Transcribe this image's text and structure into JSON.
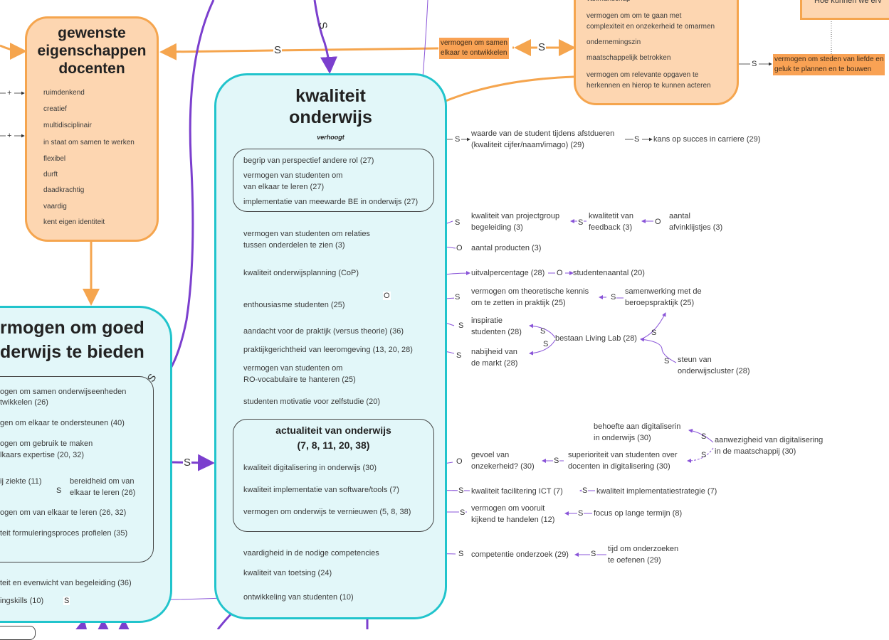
{
  "boxes": {
    "gewenste": {
      "title": "gewenste eigenschappen docenten",
      "items": [
        "ruimdenkend",
        "creatief",
        "multidisciplinair",
        "in staat om samen te werken",
        "flexibel",
        "durft",
        "daadkrachtig",
        "vaardig",
        "kent eigen identiteit"
      ]
    },
    "kwaliteit": {
      "title": "kwaliteit onderwijs",
      "subtitle": "verhoogt",
      "inner_top": [
        "begrip van perspectief andere rol (27)",
        "vermogen van studenten om",
        "van elkaar te leren (27)",
        "implementatie van meewarde BE in onderwijs (27)"
      ],
      "items": [
        "vermogen van studenten om relaties",
        "tussen onderdelen te zien (3)",
        "kwaliteit onderwijsplanning (CoP)",
        "enthousiasme studenten (25)",
        "aandacht voor de praktijk (versus theorie) (36)",
        "praktijkgerichtheid van leeromgeving (13, 20, 28)",
        "vermogen van studenten om",
        "RO-vocabulaire te hanteren (25)",
        "studenten motivatie voor zelfstudie (20)"
      ],
      "actualiteit": {
        "title": "actualiteit van onderwijs",
        "subtitle": "(7, 8, 11, 20, 38)",
        "items": [
          "kwaliteit digitalisering in onderwijs (30)",
          "kwaliteit implementatie van software/tools (7)",
          "vermogen om onderwijs te vernieuwen (5, 8, 38)"
        ]
      },
      "bottom_items": [
        "vaardigheid in de nodige competencies",
        "kwaliteit van toetsing (24)",
        "ontwikkeling van studenten (10)"
      ]
    },
    "vermogen_goed": {
      "title_line1": "rmogen om goed",
      "title_line2": "derwijs te bieden",
      "inner": [
        "ogen om samen onderwijseenheden",
        "twikkelen (26)",
        "gen om elkaar te ondersteunen (40)",
        "ogen om gebruik te maken",
        "lkaars expertise (20, 32)",
        "ij ziekte (11)",
        "bereidheid om van",
        "elkaar te leren (26)",
        "ogen om van elkaar te leren (26, 32)",
        "teit formuleringsproces profielen (35)"
      ],
      "outer": [
        "teit en evenwicht van begeleiding (36)",
        "ingskills (10)"
      ]
    },
    "top_right": {
      "items": [
        "vakmanschap",
        "vermogen om om te gaan met",
        "complexiteit en onzekerheid te omarmen",
        "ondernemingszin",
        "maatschappelijk betrokken",
        "vermogen om relevante opgaven te",
        "herkennen en hierop te kunnen acteren"
      ],
      "corner_text": "Hoe kunnen we erv"
    }
  },
  "highlights": {
    "samen": [
      "vermogen om samen",
      "elkaar te ontwikkelen"
    ],
    "steden": [
      "vermogen om steden van liefde en",
      "geluk te plannen en te bouwen"
    ]
  },
  "side_nodes": [
    "waarde van de student tijdens afstdueren",
    "(kwaliteit cijfer/naam/imago) (29)",
    "kans op succes in carriere (29)",
    "kwaliteit van projectgroup",
    "begeleiding (3)",
    "kwalitetit van",
    "feedback (3)",
    "aantal",
    "afvinklijstjes (3)",
    "aantal producten (3)",
    "uitvalpercentage (28)",
    "studentenaantal (20)",
    "vermogen om theoretische kennis",
    "om te zetten in praktijk (25)",
    "samenwerking met de",
    "beroepspraktijk (25)",
    "inspiratie",
    "studenten (28)",
    "bestaan Living Lab (28)",
    "nabijheid van",
    "de markt (28)",
    "steun van",
    "onderwijscluster (28)",
    "behoefte aan digitaliserin",
    "in onderwijs (30)",
    "aanwezigheid van digitalisering",
    "in de maatschappij (30)",
    "gevoel van",
    "onzekerheid? (30)",
    "superioriteit van studenten over",
    "docenten in digitalisering (30)",
    "kwaliteit facilitering ICT (7)",
    "kwaliteit implementatiestrategie (7)",
    "vermogen om vooruit",
    "kijkend te handelen (12)",
    "focus op lange termijn (8)",
    "competentie onderzoek (29)",
    "tijd om onderzoeken",
    "te oefenen (29)"
  ],
  "link_labels": {
    "s": "S",
    "o": "O",
    "plus": "+"
  },
  "colors": {
    "orange": "#f5a54e",
    "orange_fill": "#fdd6b1",
    "teal": "#21c4cc",
    "teal_fill": "#e2f7f9",
    "purple": "#7b3fce",
    "highlight": "#f9a254"
  }
}
